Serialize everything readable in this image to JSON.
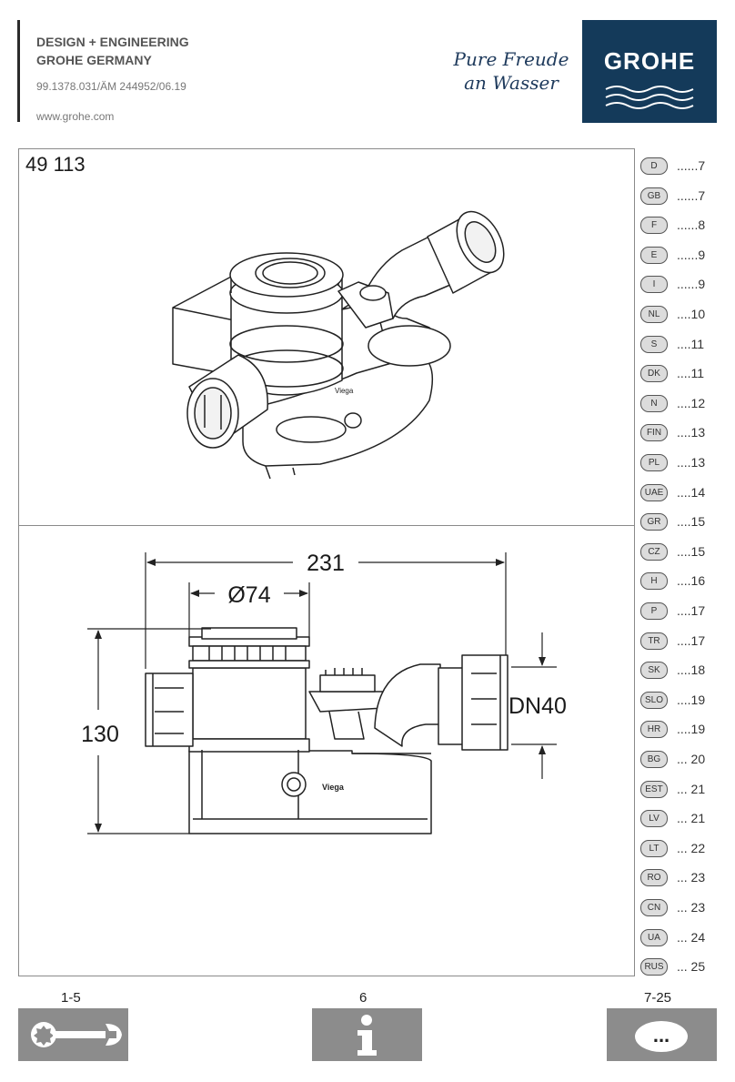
{
  "header": {
    "line1": "DESIGN + ENGINEERING",
    "line2": "GROHE GERMANY",
    "doc_number": "99.1378.031/ÄM 244952/06.19",
    "website": "www.grohe.com",
    "slogan_line1": "Pure Freude",
    "slogan_line2": "an Wasser",
    "logo": "GROHE"
  },
  "product": {
    "model": "49 113",
    "dimensions": {
      "width": "231",
      "diameter": "Ø74",
      "height": "130",
      "outlet": "DN40"
    },
    "brand_mark": "Viega"
  },
  "languages": [
    {
      "code": "D",
      "page": "......7"
    },
    {
      "code": "GB",
      "page": "......7"
    },
    {
      "code": "F",
      "page": "......8"
    },
    {
      "code": "E",
      "page": "......9"
    },
    {
      "code": "I",
      "page": "......9"
    },
    {
      "code": "NL",
      "page": "....10"
    },
    {
      "code": "S",
      "page": "....11"
    },
    {
      "code": "DK",
      "page": "....11"
    },
    {
      "code": "N",
      "page": "....12"
    },
    {
      "code": "FIN",
      "page": "....13"
    },
    {
      "code": "PL",
      "page": "....13"
    },
    {
      "code": "UAE",
      "page": "....14"
    },
    {
      "code": "GR",
      "page": "....15"
    },
    {
      "code": "CZ",
      "page": "....15"
    },
    {
      "code": "H",
      "page": "....16"
    },
    {
      "code": "P",
      "page": "....17"
    },
    {
      "code": "TR",
      "page": "....17"
    },
    {
      "code": "SK",
      "page": "....18"
    },
    {
      "code": "SLO",
      "page": "....19"
    },
    {
      "code": "HR",
      "page": "....19"
    },
    {
      "code": "BG",
      "page": "... 20"
    },
    {
      "code": "EST",
      "page": "... 21"
    },
    {
      "code": "LV",
      "page": "... 21"
    },
    {
      "code": "LT",
      "page": "... 22"
    },
    {
      "code": "RO",
      "page": "... 23"
    },
    {
      "code": "CN",
      "page": "... 23"
    },
    {
      "code": "UA",
      "page": "... 24"
    },
    {
      "code": "RUS",
      "page": "... 25"
    }
  ],
  "footer": {
    "tools_pages": "1-5",
    "info_pages": "6",
    "more_pages": "7-25",
    "more_symbol": "...",
    "icons": [
      "wrench-icon",
      "info-icon",
      "more-icon"
    ]
  },
  "colors": {
    "brand_blue": "#143a5a",
    "badge_fill": "#dcdcdc",
    "footer_box": "#8c8c8c"
  }
}
